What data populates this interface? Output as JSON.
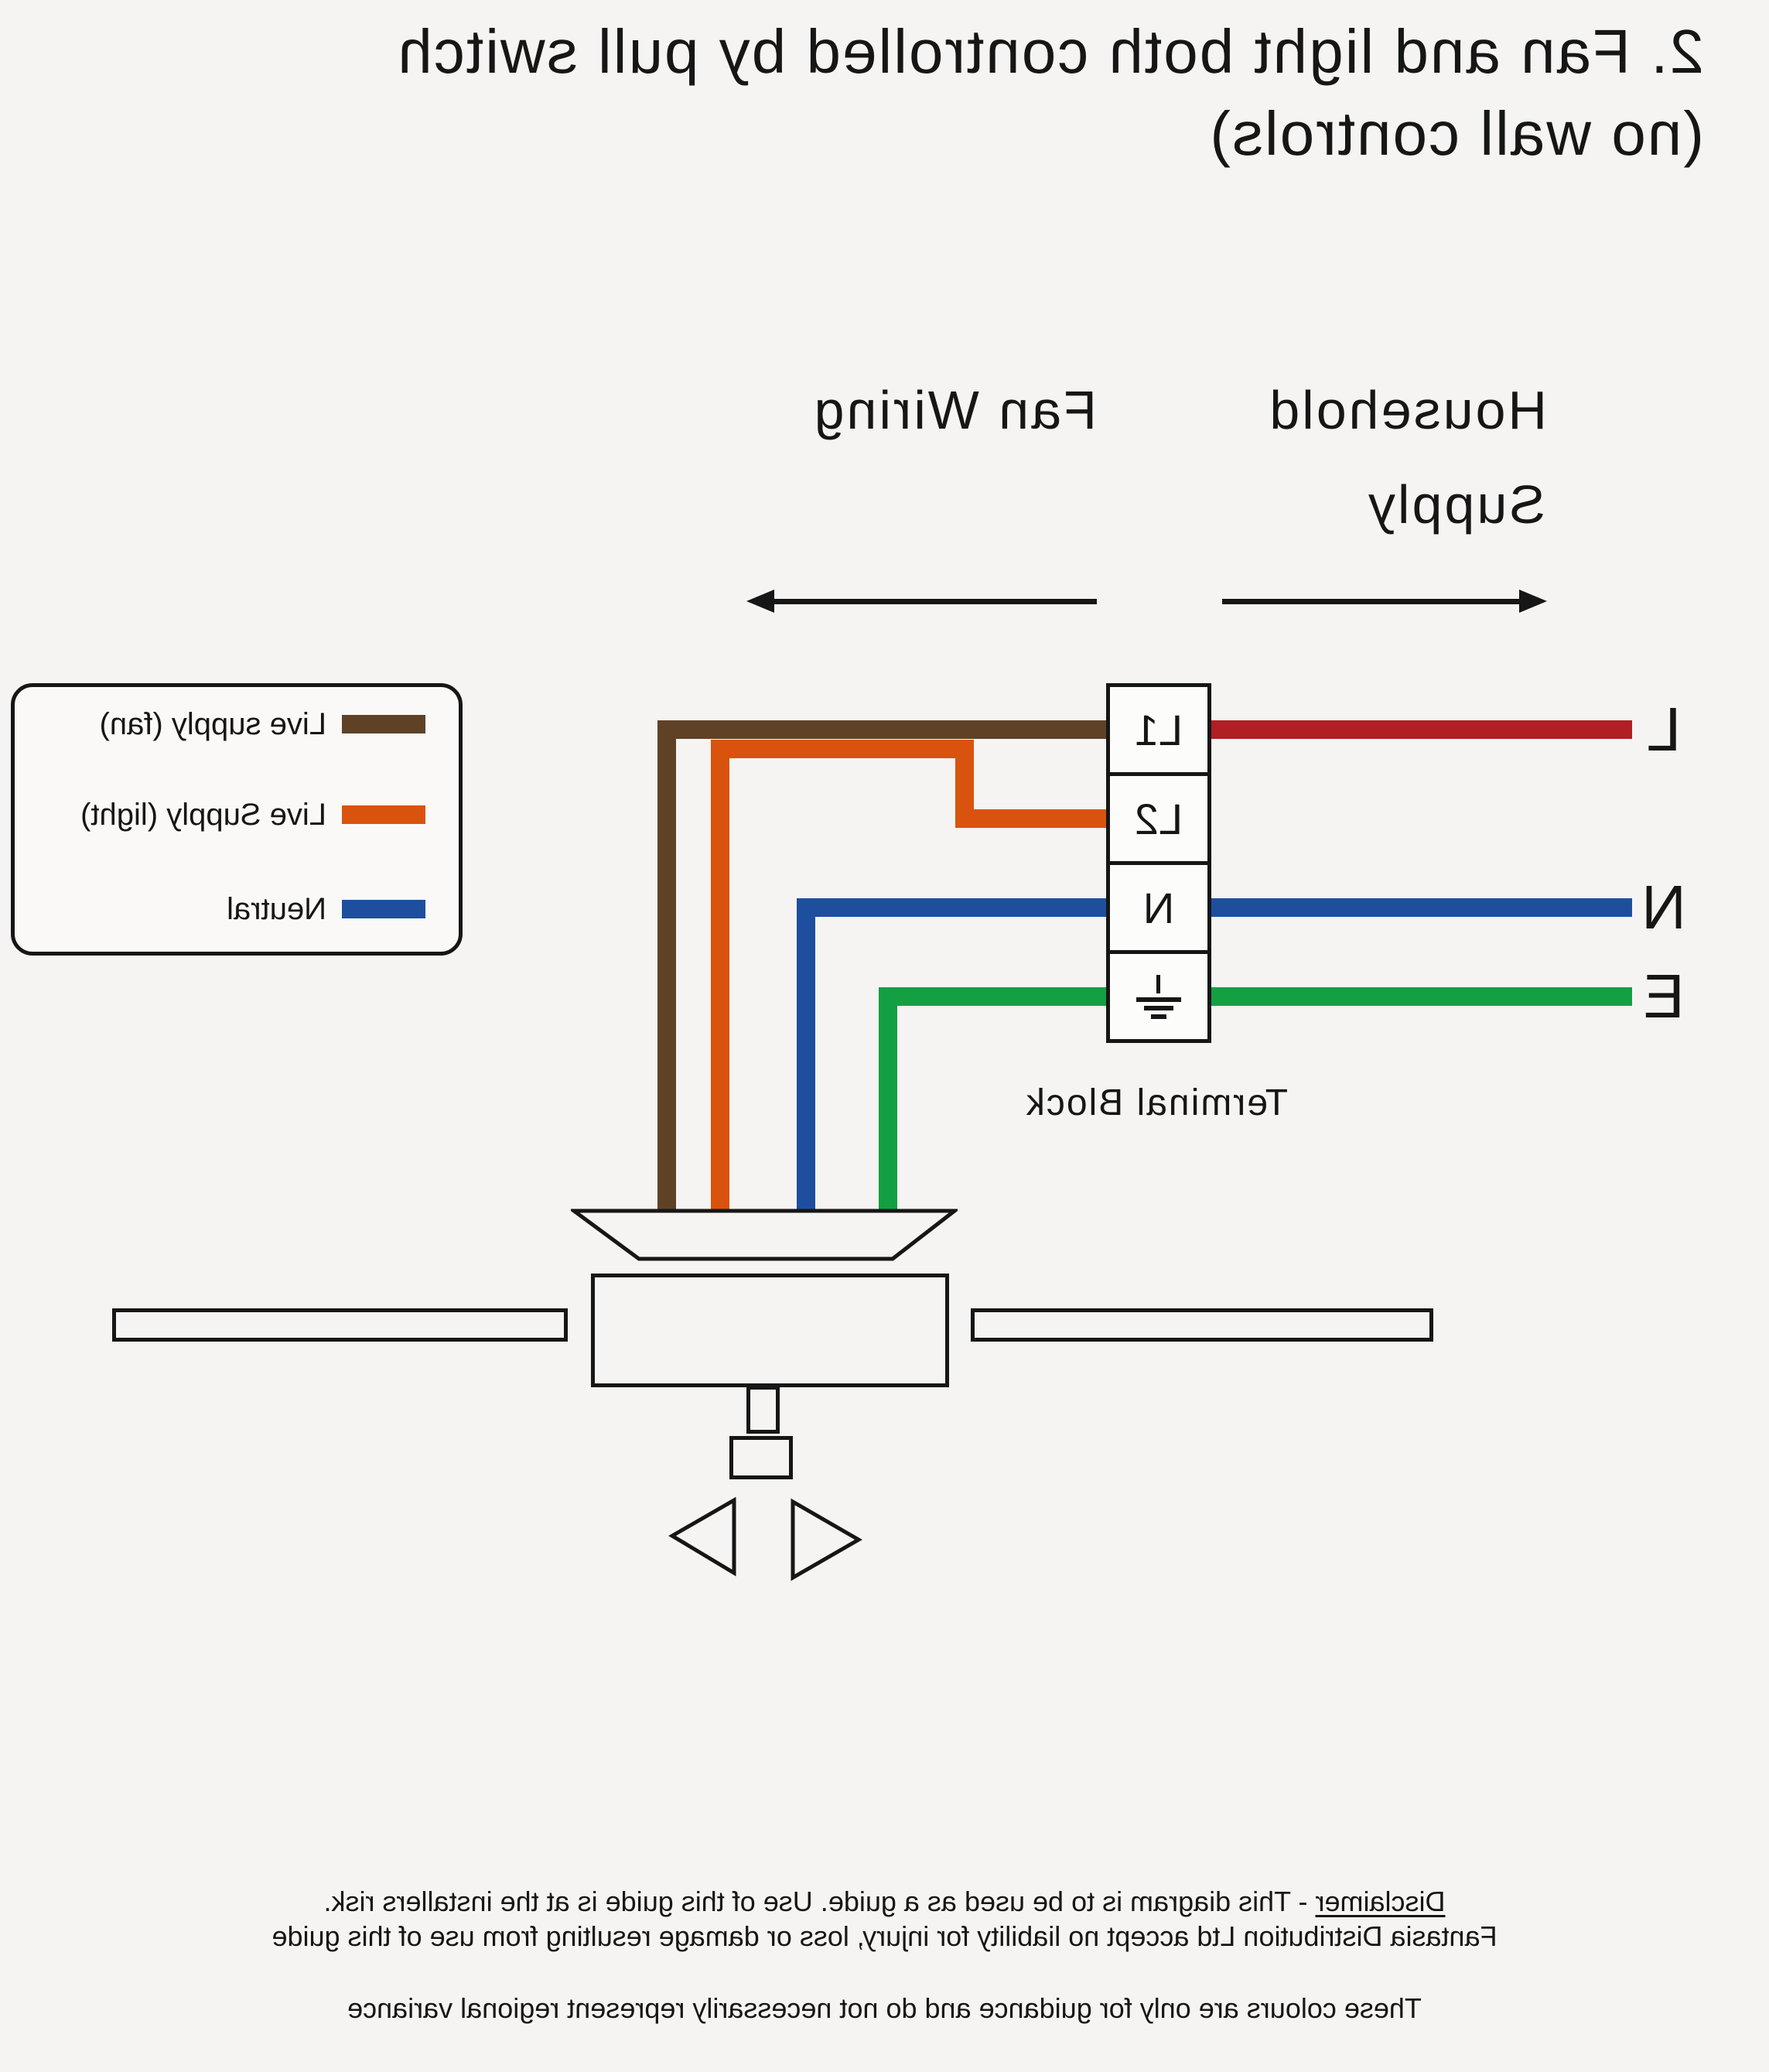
{
  "title": {
    "line1": "2. Fan and light both controlled by pull switch",
    "line2": "(no wall controls)"
  },
  "sections": {
    "household_line1": "Household",
    "household_line2": "Supply",
    "fan_wiring": "Fan Wiring"
  },
  "supply": {
    "l": "L",
    "n": "N",
    "e": "E"
  },
  "terminal_block": {
    "label": "Terminal Block",
    "terminals": [
      "L1",
      "L2",
      "N"
    ],
    "earth_symbol": "earth"
  },
  "legend": {
    "items": [
      {
        "label": "Live supply (fan)",
        "color": "#5f4226"
      },
      {
        "label": "Live Supply (light)",
        "color": "#d9530e"
      },
      {
        "label": "Neutral",
        "color": "#1e4f9e"
      }
    ]
  },
  "colors": {
    "background": "#f5f4f2",
    "line": "#161616",
    "wire_brown": "#5f4226",
    "wire_orange": "#d9530e",
    "wire_blue": "#1e4f9e",
    "wire_green": "#13a043",
    "wire_red": "#b01f24"
  },
  "footer": {
    "disclaimer_label": "Disclaimer",
    "disclaimer_rest": " - This diagram is to be used as a guide.  Use of this guide is at the installers risk.",
    "liability": "Fantasia Distribution Ltd accept no liability for injury, loss or damage resulting from use of this guide",
    "note": "These colours are only for guidance and do not necessarily represent regional variance"
  }
}
